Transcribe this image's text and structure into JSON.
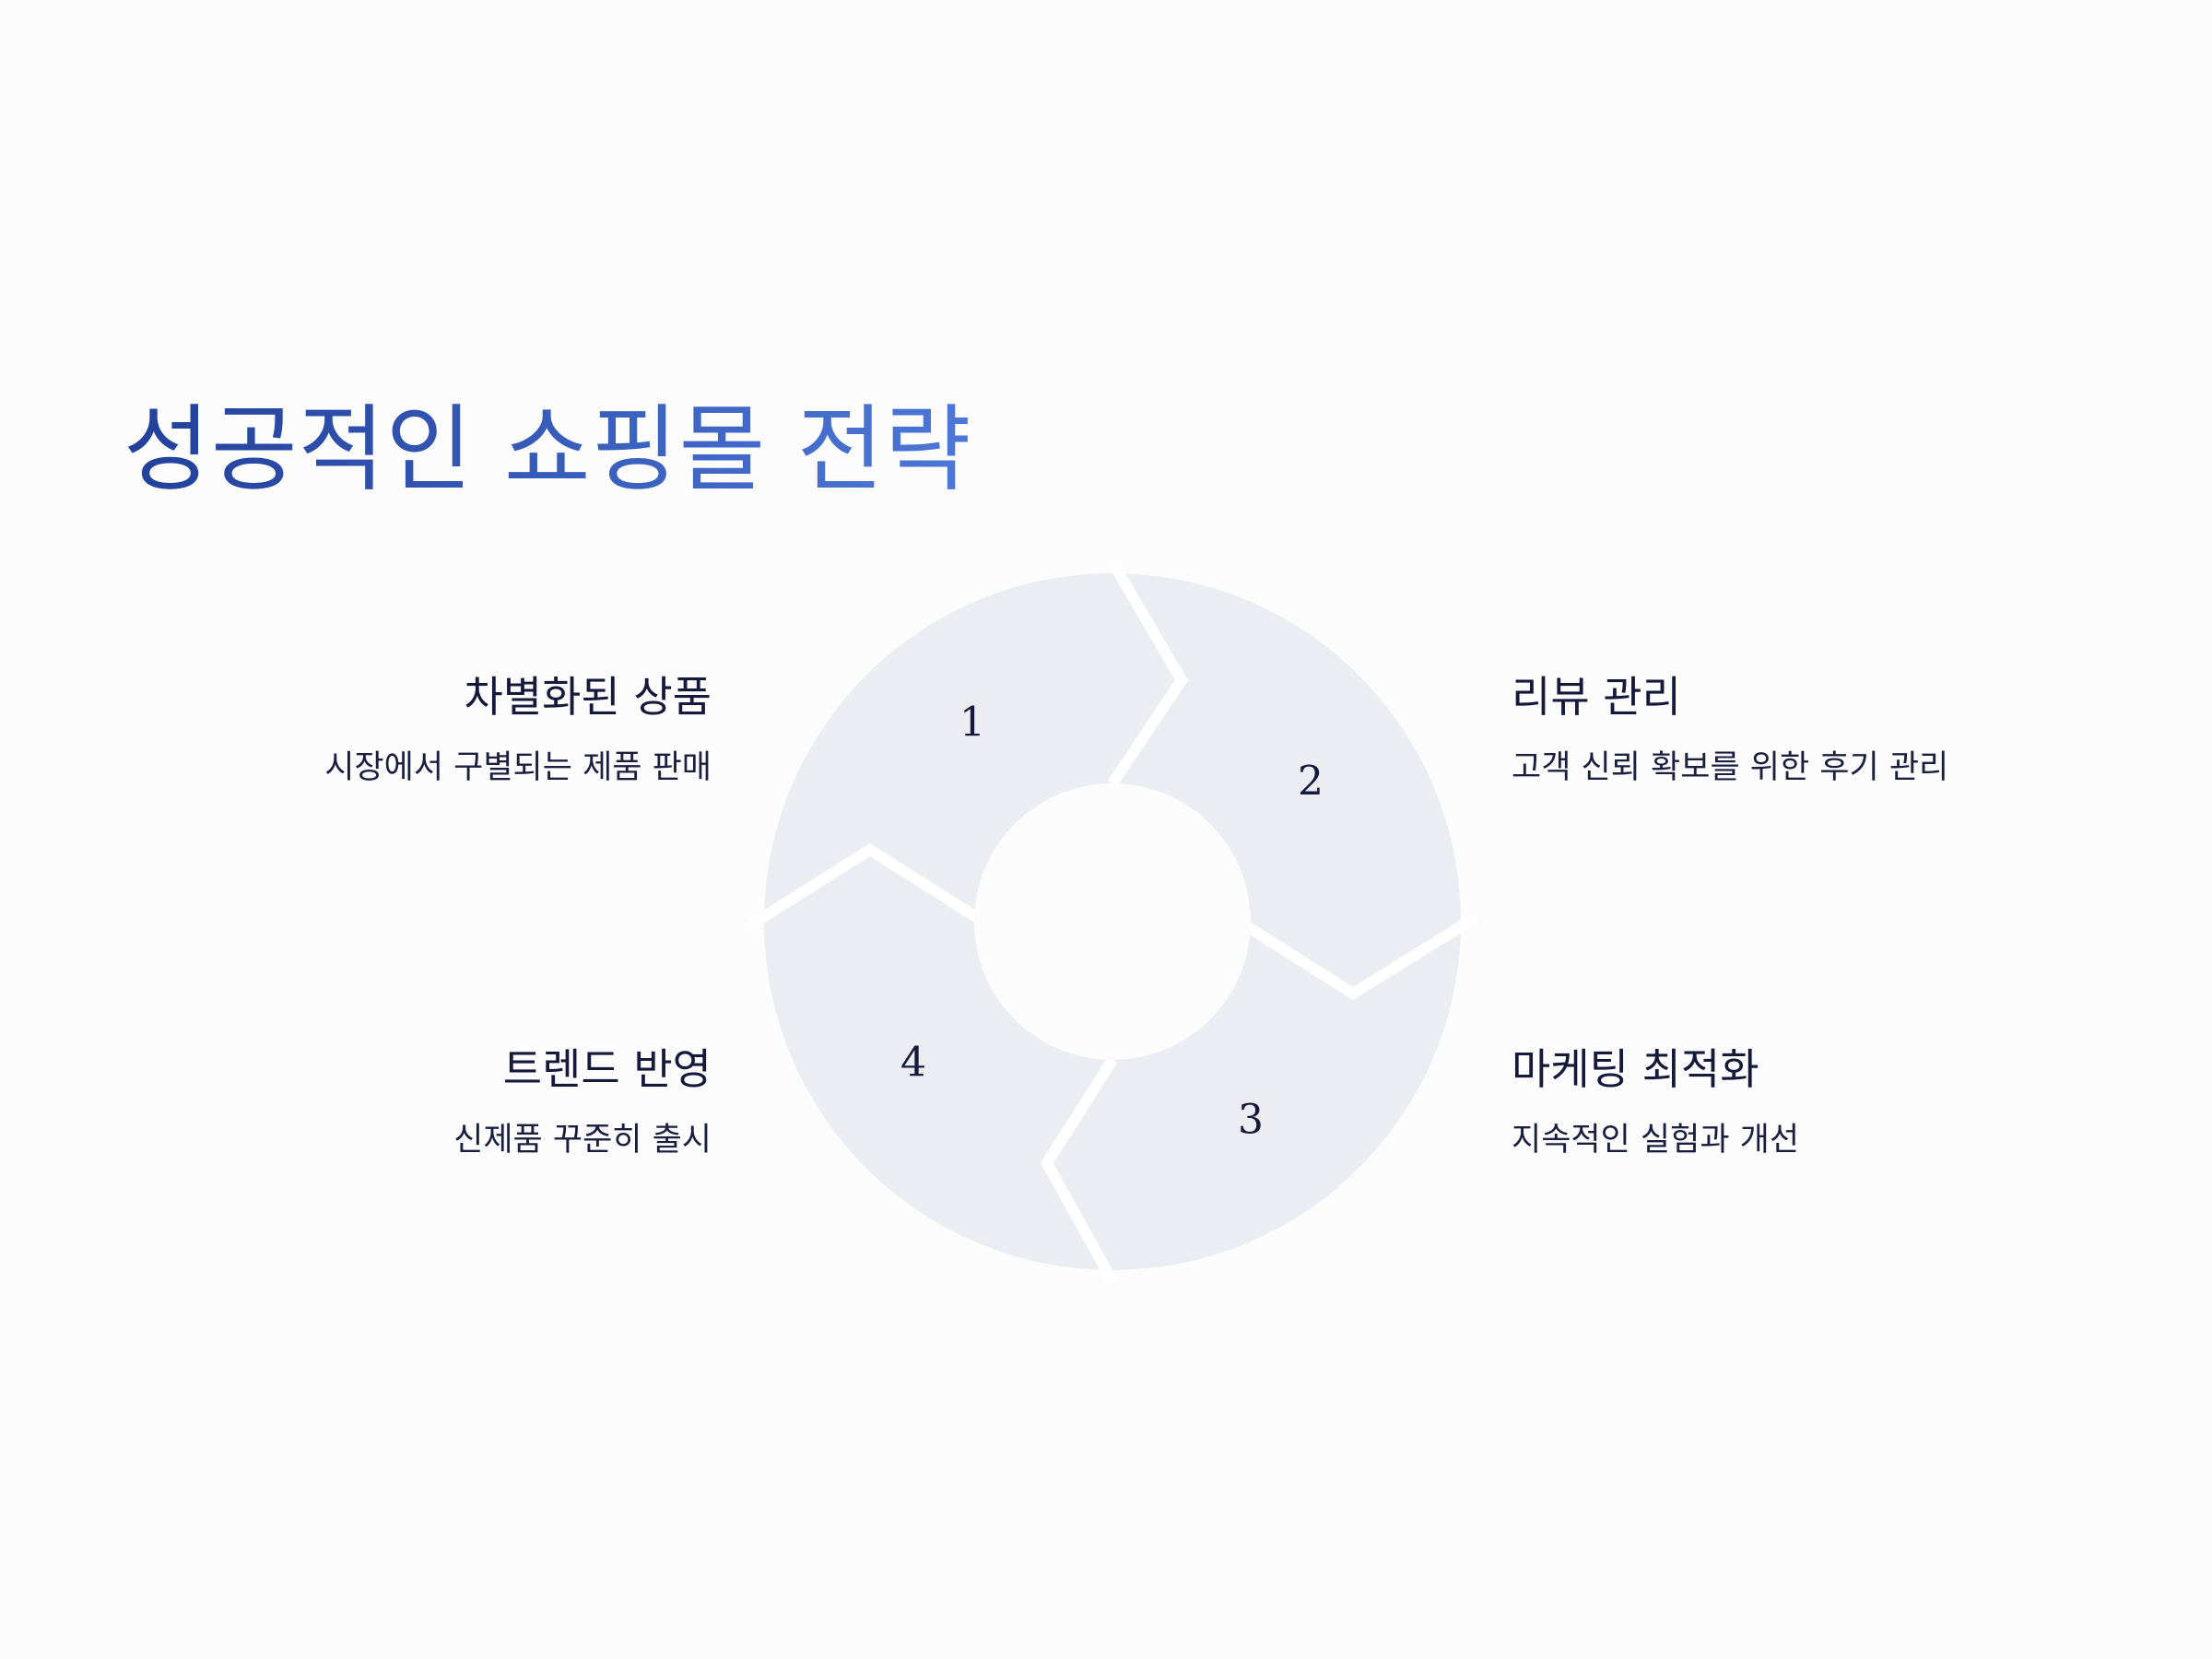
{
  "title": "성공적인 쇼핑몰 전략",
  "colors": {
    "background": "#fcfcfd",
    "segment_fill": "#ebedf3",
    "separator": "#ffffff",
    "title_gradient_start": "#22409a",
    "title_gradient_end": "#4d78d8",
    "text": "#15193a"
  },
  "cycle": {
    "segments": [
      {
        "number": "1",
        "title": "차별화된 상품",
        "description": "시장에서 구별되는 제품 판매"
      },
      {
        "number": "2",
        "title": "리뷰 관리",
        "description": "고객 신뢰 확보를 위한 후기 관리"
      },
      {
        "number": "3",
        "title": "마케팅 최적화",
        "description": "지속적인 실험과 개선"
      },
      {
        "number": "4",
        "title": "트렌드 반영",
        "description": "신제품 꾸준히 출시"
      }
    ]
  }
}
